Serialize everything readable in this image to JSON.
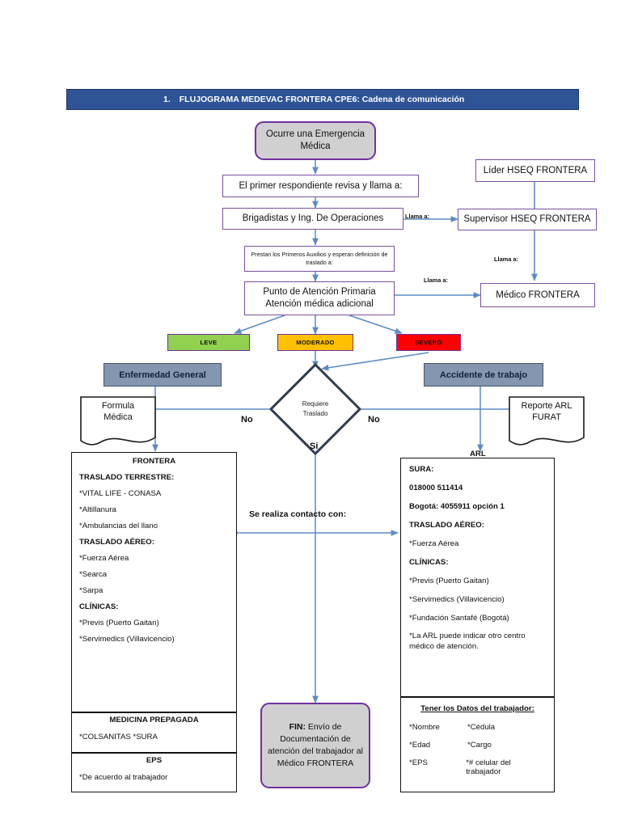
{
  "title": {
    "number": "1.",
    "text": "FLUJOGRAMA MEDEVAC FRONTERA CPE6: Cadena de comunicación",
    "bar_color": "#2E5496"
  },
  "nodes": {
    "start": "Ocurre una Emergencia Médica",
    "first_responder": "El primer respondiente revisa y llama a:",
    "brigadistas": "Brigadistas y Ing. De Operaciones",
    "primeros_auxilios": "Prestan los Primeros Auxilios y esperan definición de  traslado a:",
    "punto_atencion": "Punto de Atención Primaria Atención médica adicional",
    "lider_hseq": "Líder HSEQ FRONTERA",
    "supervisor_hseq": "Supervisor HSEQ FRONTERA",
    "medico_frontera": "Médico FRONTERA",
    "fin": "FIN: Envío de Documentación de atención del trabajador al Médico FRONTERA",
    "fin_bold_prefix": "FIN:",
    "fin_rest": " Envío de Documentación de atención del trabajador al Médico FRONTERA"
  },
  "severity": {
    "leve": "LEVE",
    "moderado": "MODERADO",
    "severo": "SEVERO",
    "colors": {
      "leve": "#92D050",
      "moderado": "#FFC000",
      "severo": "#FF0000"
    }
  },
  "categories": {
    "enfermedad": "Enfermedad General",
    "accidente": "Accidente de trabajo",
    "box_color": "#8496B0"
  },
  "decision": {
    "line1": "Requiere",
    "line2": "Traslado",
    "no_left": "No",
    "no_right": "No",
    "si": "Si"
  },
  "documents": {
    "formula_line1": "Formula",
    "formula_line2": "Médica",
    "reporte_line1": "Reporte ARL",
    "reporte_line2": "FURAT"
  },
  "edge_labels": {
    "llama_a_1": "Llama a:",
    "llama_a_2": "Llama a:",
    "llama_a_3": "Llama a:",
    "contacto": "Se realiza contacto con:"
  },
  "captions": {
    "arl": "ARL"
  },
  "frontera_panel": {
    "header": "FRONTERA",
    "rows": [
      {
        "text": "TRASLADO TERRESTRE:",
        "bold": true
      },
      {
        "text": "*VITAL LIFE - CONASA",
        "bold": false
      },
      {
        "text": "*Altillanura",
        "bold": false
      },
      {
        "text": "*Ambulancias del llano",
        "bold": false
      },
      {
        "text": "TRASLADO AÉREO:",
        "bold": true
      },
      {
        "text": "*Fuerza Aérea",
        "bold": false
      },
      {
        "text": "*Searca",
        "bold": false
      },
      {
        "text": "*Sarpa",
        "bold": false
      },
      {
        "text": "CLÍNICAS:",
        "bold": true
      },
      {
        "text": "*Previs (Puerto Gaitan)",
        "bold": false
      },
      {
        "text": "*Servimedics (Villavicencio)",
        "bold": false
      }
    ]
  },
  "medicina_prepagada_panel": {
    "header": "MEDICINA PREPAGADA",
    "rows": [
      {
        "text": "*COLSANITAS *SURA",
        "bold": false
      }
    ]
  },
  "eps_panel": {
    "header": "EPS",
    "rows": [
      {
        "text": "*De acuerdo al trabajador",
        "bold": false
      }
    ]
  },
  "arl_panel": {
    "rows": [
      {
        "text": "SURA:",
        "bold": true
      },
      {
        "text": "018000 511414",
        "bold": true
      },
      {
        "text": "Bogotá: 4055911 opción 1",
        "bold": true
      },
      {
        "text": "TRASLADO AÉREO:",
        "bold": true
      },
      {
        "text": "*Fuerza Aérea",
        "bold": false
      },
      {
        "text": "CLÍNICAS:",
        "bold": true
      },
      {
        "text": "*Previs (Puerto Gaitan)",
        "bold": false
      },
      {
        "text": "*Servimedics (Villavicencio)",
        "bold": false
      },
      {
        "text": "*Fundación Santafé (Bogotá)",
        "bold": false
      },
      {
        "text": "*La ARL puede indicar otro centro médico de atención.",
        "bold": false
      }
    ]
  },
  "datos_panel": {
    "header": "Tener los Datos del trabajador:",
    "rows": [
      {
        "left": "*Nombre",
        "right": "*Cédula"
      },
      {
        "left": "*Edad",
        "right": "*Cargo"
      },
      {
        "left": "*EPS",
        "right": "*# celular del trabajador"
      }
    ]
  }
}
